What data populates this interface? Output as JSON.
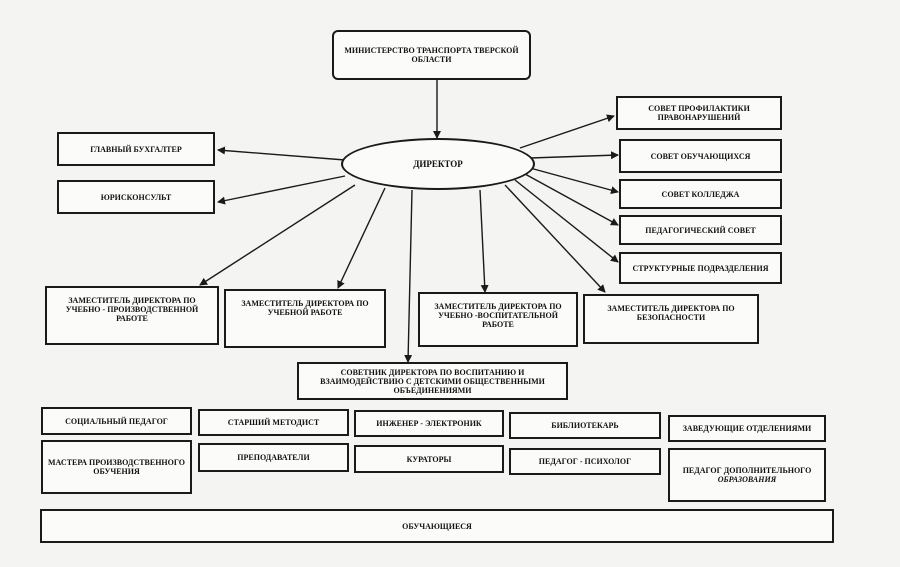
{
  "ministry": "МИНИСТЕРСТВО ТРАНСПОРТА ТВЕРСКОЙ ОБЛАСТИ",
  "director": "ДИРЕКТОР",
  "left_units": {
    "chief_accountant": "ГЛАВНЫЙ БУХГАЛТЕР",
    "legal_advisor": "ЮРИСКОНСУЛЬТ"
  },
  "councils": [
    "СОВЕТ ПРОФИЛАКТИКИ ПРАВОНАРУШЕНИЙ",
    "СОВЕТ ОБУЧАЮЩИХСЯ",
    "СОВЕТ КОЛЛЕДЖА",
    "ПЕДАГОГИЧЕСКИЙ СОВЕТ",
    "СТРУКТУРНЫЕ ПОДРАЗДЕЛЕНИЯ"
  ],
  "deputies": [
    "ЗАМЕСТИТЕЛЬ ДИРЕКТОРА ПО УЧЕБНО - ПРОИЗВОДСТВЕННОЙ РАБОТЕ",
    "ЗАМЕСТИТЕЛЬ ДИРЕКТОРА ПО УЧЕБНОЙ РАБОТЕ",
    "ЗАМЕСТИТЕЛЬ ДИРЕКТОРА ПО УЧЕБНО -ВОСПИТАТЕЛЬНОЙ РАБОТЕ",
    "ЗАМЕСТИТЕЛЬ ДИРЕКТОРА ПО БЕЗОПАСНОСТИ"
  ],
  "advisor": "СОВЕТНИК ДИРЕКТОРА ПО ВОСПИТАНИЮ И ВЗАИМОДЕЙСТВИЮ С ДЕТСКИМИ ОБЩЕСТВЕННЫМИ ОБЪЕДИНЕНИЯМИ",
  "staff_row1": [
    "СОЦИАЛЬНЫЙ ПЕДАГОГ",
    "СТАРШИЙ МЕТОДИСТ",
    "ИНЖЕНЕР - ЭЛЕКТРОНИК",
    "БИБЛИОТЕКАРЬ",
    "ЗАВЕДУЮЩИЕ ОТДЕЛЕНИЯМИ"
  ],
  "staff_row2": {
    "masters": "МАСТЕРА ПРОИЗВОДСТВЕННОГО ОБУЧЕНИЯ",
    "teachers": "ПРЕПОДАВАТЕЛИ",
    "curators": "КУРАТОРЫ",
    "psychologist": "ПЕДАГОГ - ПСИХОЛОГ",
    "extra_ed_line1": "ПЕДАГОГ ДОПОЛНИТЕЛЬНОГО",
    "extra_ed_line2": "ОБРАЗОВАНИЯ"
  },
  "students": "ОБУЧАЮЩИЕСЯ"
}
